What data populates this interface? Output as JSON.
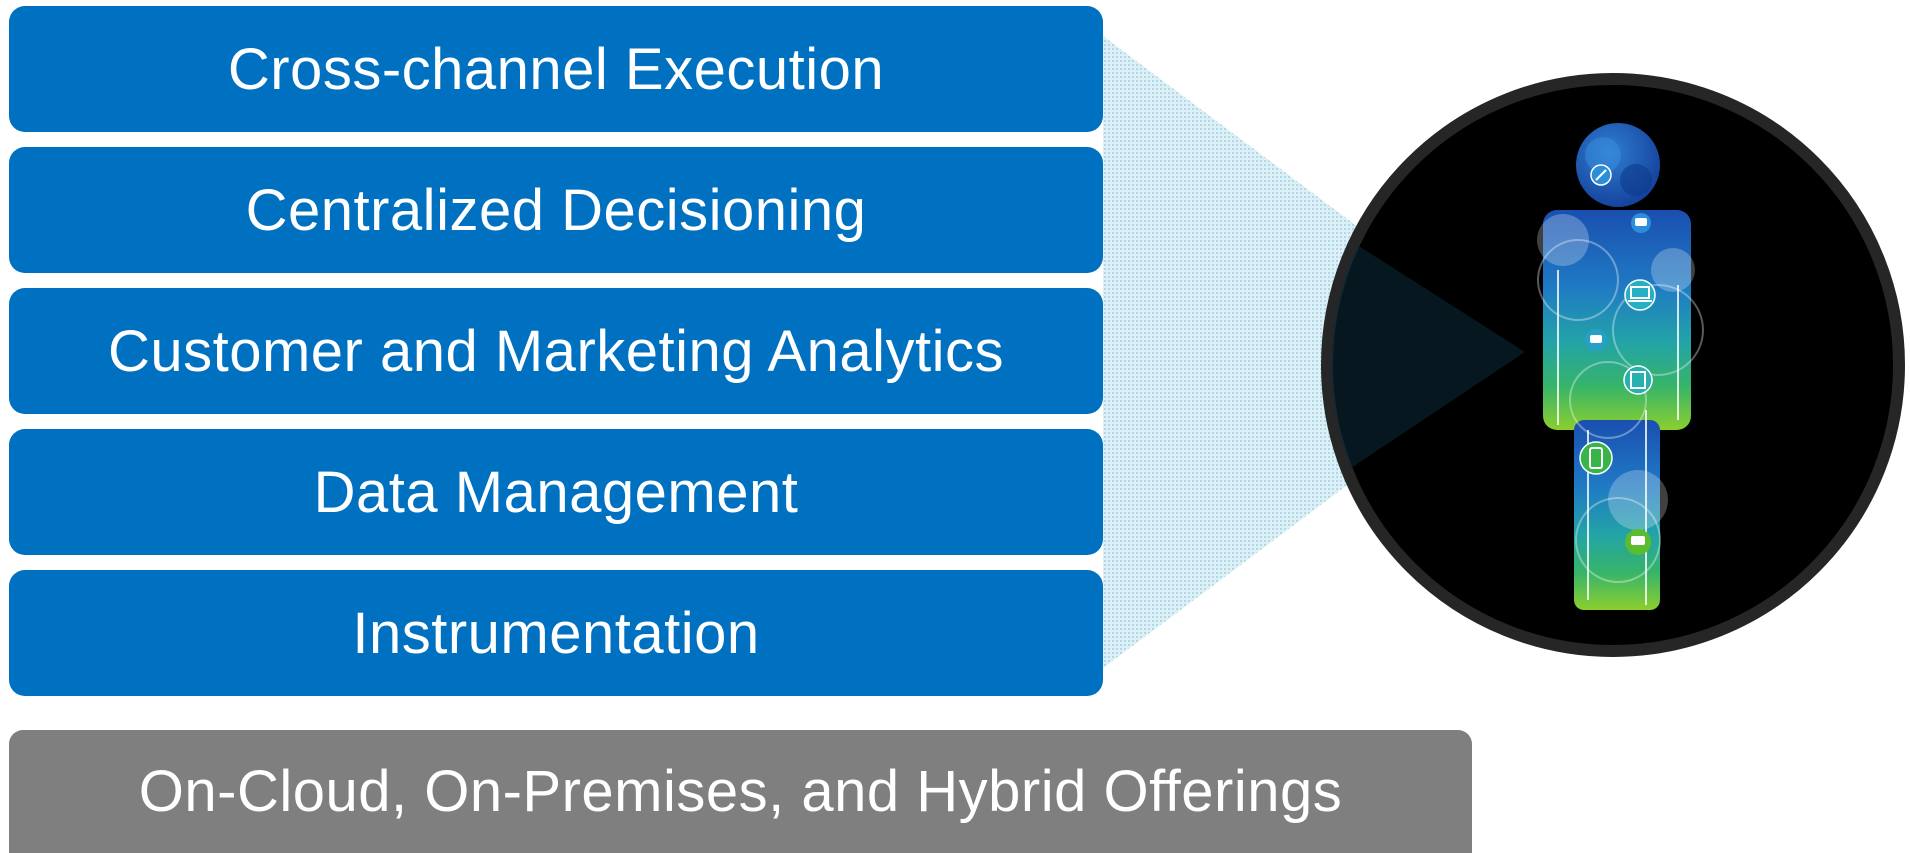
{
  "layers": [
    {
      "label": "Cross-channel Execution"
    },
    {
      "label": "Centralized Decisioning"
    },
    {
      "label": "Customer and Marketing Analytics"
    },
    {
      "label": "Data Management"
    },
    {
      "label": "Instrumentation"
    }
  ],
  "foundation": {
    "label": "On-Cloud, On-Premises, and Hybrid Offerings"
  },
  "colors": {
    "layer": "#0070c0",
    "foundation": "#7f7f7f",
    "beam": "#bfe3ee",
    "circle_fill": "#000000",
    "circle_ring": "#262626"
  },
  "icons": [
    "customer-figure-icon",
    "laptop-icon",
    "phone-icon",
    "chat-icon",
    "tablet-icon",
    "wrench-icon"
  ]
}
